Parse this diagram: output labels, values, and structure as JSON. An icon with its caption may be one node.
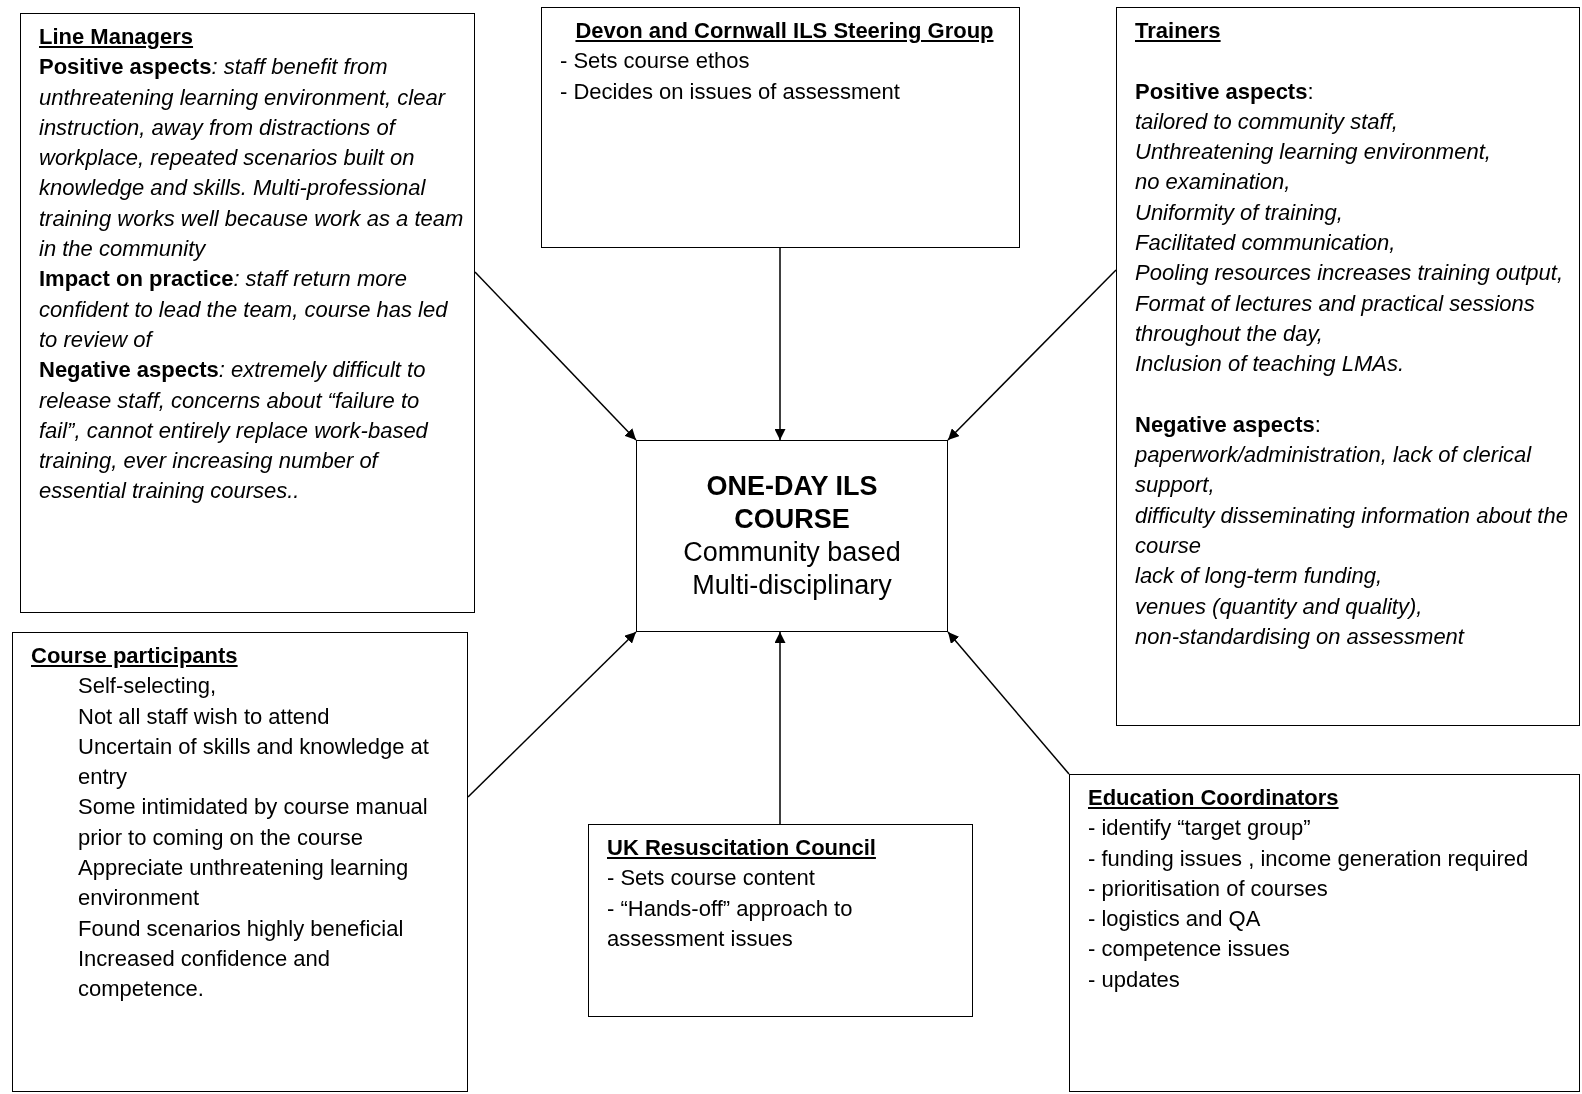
{
  "diagram": {
    "nodes": [
      {
        "text": [
          "Line Managers",
          "**Positive aspects**: staff benefit from unthreatening learning environment, clear instruction, away from distractions of workplace, repeated scenarios built on knowledge and skills. Multi-professional training works well because work as a team in the community",
          "**Impact on practice**: staff return more confident to lead the team, course has led to review of",
          "**Negative aspects**: extremely difficult to release staff, concerns about “failure to fail”, cannot entirely replace work-based training, ever increasing number of essential training courses.."
        ]
      },
      {
        "text": [
          "Devon and Cornwall ILS Steering Group",
          "- Sets course ethos",
          "- Decides on issues of assessment"
        ]
      },
      {
        "text": [
          "Trainers",
          "**Positive aspects**:",
          "tailored to community staff,",
          "Unthreatening learning environment,",
          "no examination,",
          "Uniformity of training,",
          "Facilitated communication,",
          "Pooling resources increases training output,",
          "Format of lectures and practical sessions throughout the day,",
          "Inclusion of teaching LMAs.",
          "**Negative aspects**:",
          "paperwork/administration, lack of clerical support,",
          "difficulty disseminating information about the course",
          "lack of long-term funding,",
          "venues (quantity and quality),",
          "non-standardising on assessment"
        ]
      },
      {
        "text": [
          "ONE-DAY ILS COURSE",
          "Community based Multi-disciplinary"
        ]
      },
      {
        "text": [
          "Course participants",
          "Self-selecting,",
          "Not all staff wish to attend",
          "Uncertain of skills and knowledge at entry",
          "Some intimidated by course manual prior to coming on the course",
          "Appreciate unthreatening learning environment",
          "Found scenarios highly beneficial",
          "Increased confidence and competence."
        ]
      },
      {
        "text": [
          "UK Resuscitation Council",
          "- Sets course content",
          "- “Hands-off” approach to assessment issues"
        ]
      },
      {
        "text": [
          "Education Coordinators",
          "- identify “target group”",
          "- funding issues , income generation required",
          "- prioritisation of courses",
          "- logistics and QA",
          "- competence issues",
          "- updates"
        ]
      }
    ],
    "edges": [
      {
        "from": 0,
        "to": 3,
        "arrow": "to"
      },
      {
        "from": 1,
        "to": 3,
        "arrow": "to"
      },
      {
        "from": 2,
        "to": 3,
        "arrow": "to"
      },
      {
        "from": 4,
        "to": 3,
        "arrow": "to"
      },
      {
        "from": 5,
        "to": 3,
        "arrow": "to"
      },
      {
        "from": 6,
        "to": 3,
        "arrow": "to"
      }
    ]
  }
}
